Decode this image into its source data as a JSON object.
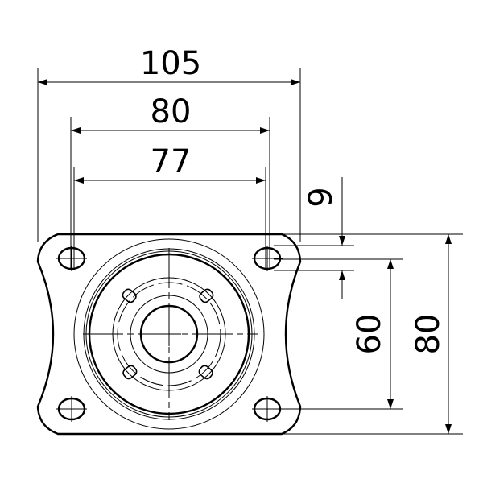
{
  "drawing": {
    "title": "Caster top plate dimensions",
    "dimensions": {
      "overall_width": "105",
      "hole_spacing_width": "80",
      "inner_hole_spacing_width": "77",
      "slot_length": "9",
      "hole_spacing_height": "60",
      "overall_height": "80"
    },
    "colors": {
      "line": "#000000",
      "background": "#ffffff"
    }
  }
}
